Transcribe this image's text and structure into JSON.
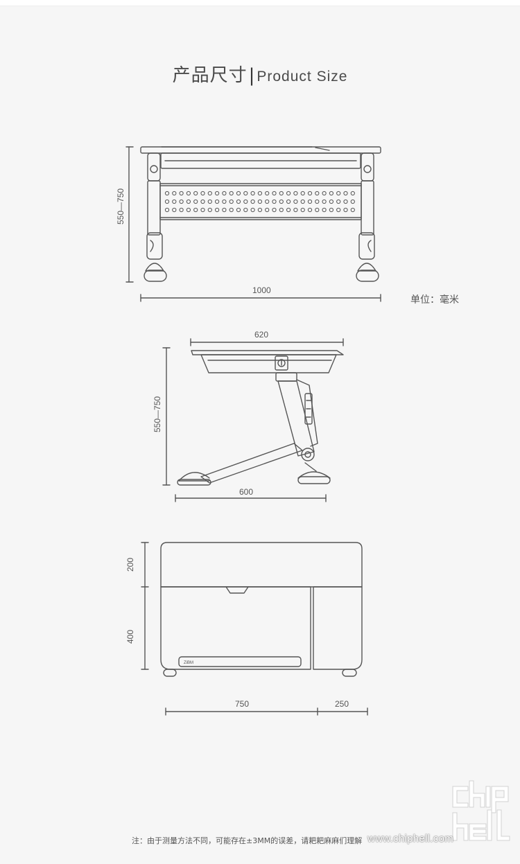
{
  "header": {
    "title_cn": "产品尺寸",
    "separator": "|",
    "title_en": "Product Size"
  },
  "front_view": {
    "height_label": "550—750",
    "width_label": "1000",
    "unit_label": "单位：毫米"
  },
  "side_view": {
    "top_label": "620",
    "height_label": "550—750",
    "base_label": "600"
  },
  "top_view": {
    "upper_height_label": "200",
    "lower_height_label": "400",
    "main_width_label": "750",
    "side_width_label": "250",
    "brand_mark": "ZiBM"
  },
  "footer": {
    "note": "注：由于测量方法不同，可能存在±3MM的误差，请耙耙麻麻们理解",
    "watermark_url": "www.chiphell.com",
    "watermark_logo": "chiphell"
  },
  "colors": {
    "line": "#555555",
    "background": "#f6f6f6"
  }
}
